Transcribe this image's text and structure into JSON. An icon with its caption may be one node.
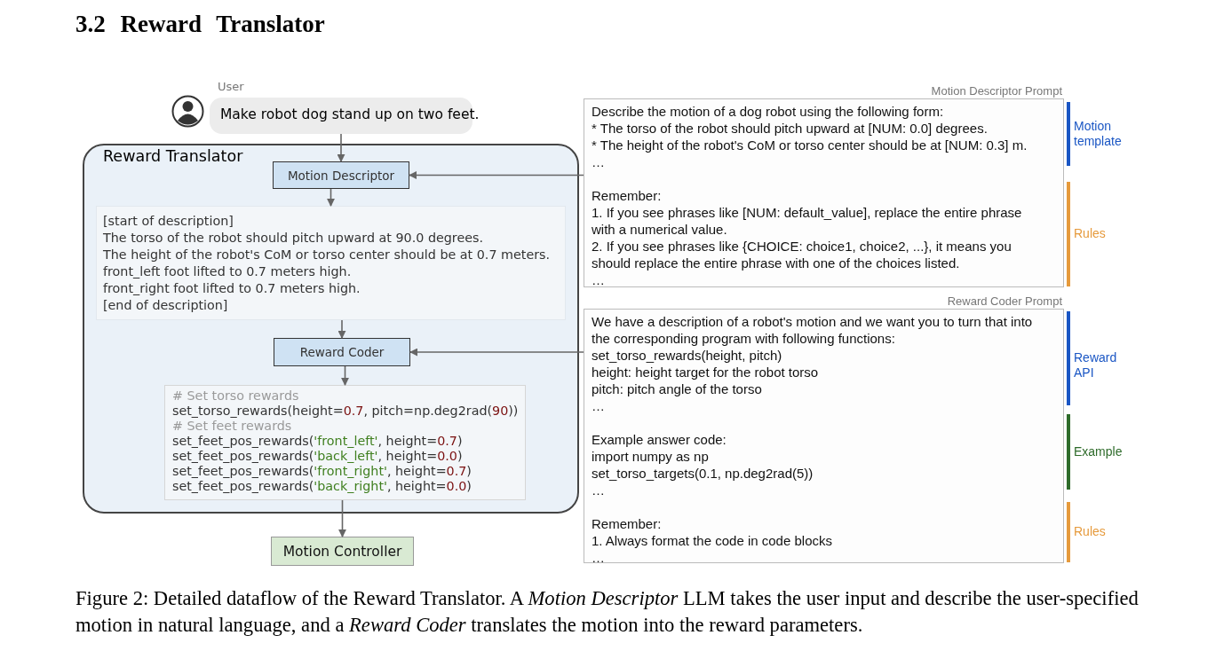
{
  "diagram": {
    "title": "3.2 Reward Translator",
    "caption": "Figure 2: Detailed dataflow of the Reward Translator. A *Motion Descriptor* LLM takes the user input and describe the user-specified motion in natural language, and a *Reward Coder* translates the motion into the reward parameters.",
    "nodes": [
      {
        "text": [
          "User",
          "Make robot dog stand up on two feet."
        ]
      },
      {
        "text": [
          "Reward Translator"
        ]
      },
      {
        "text": [
          "Motion Descriptor"
        ],
        "in": 1
      },
      {
        "text": [
          "[start of description]",
          "The torso of the robot should pitch upward at 90.0 degrees.",
          "The height of the robot's CoM or torso center should be at 0.7 meters.",
          "front_left foot lifted to 0.7 meters high.",
          "front_right foot lifted to 0.7 meters high.",
          "[end of description]"
        ],
        "in": 1
      },
      {
        "text": [
          "Reward Coder"
        ],
        "in": 1
      },
      {
        "text": [
          "# Set torso rewards",
          "set_torso_rewards(height=0.7, pitch=np.deg2rad(90))",
          "# Set feet rewards",
          "set_feet_pos_rewards('front_left', height=0.7)",
          "set_feet_pos_rewards('back_left', height=0.0)",
          "set_feet_pos_rewards('front_right', height=0.7)",
          "set_feet_pos_rewards('back_right', height=0.0)"
        ],
        "in": 1
      },
      {
        "text": [
          "Motion Controller"
        ]
      },
      {
        "text": [
          "Motion Descriptor Prompt",
          "Describe the motion of a dog robot using the following form:",
          "* The torso of the robot should pitch upward at [NUM: 0.0] degrees.",
          "* The height of the robot's CoM or torso center should be at [NUM: 0.3] m.",
          "…",
          "Remember:",
          "1. If you see phrases like [NUM: default_value], replace the entire phrase with a numerical value.",
          "2. If you see phrases like {CHOICE: choice1, choice2, ...}, it means you should replace the entire phrase with one of the choices listed.",
          "…"
        ],
        "beside": [
          "Motion template",
          "Rules"
        ]
      },
      {
        "text": [
          "Reward Coder Prompt",
          "We have a description of a robot's motion and we want you to turn that into the corresponding program with following functions:",
          "set_torso_rewards(height, pitch)",
          "height: height target for the robot torso",
          "pitch: pitch angle of the torso",
          "…",
          "Example answer code:",
          "import numpy as np",
          "set_torso_targets(0.1, np.deg2rad(5))",
          "…",
          "Remember:",
          "1. Always format the code in code blocks",
          "…"
        ],
        "beside": [
          "Reward API",
          "Example",
          "Rules"
        ]
      }
    ],
    "edges": [
      {
        "from": 0,
        "to": 2,
        "arrow": "to"
      },
      {
        "from": 2,
        "to": 3,
        "arrow": "to"
      },
      {
        "from": 3,
        "to": 4,
        "arrow": "to"
      },
      {
        "from": 4,
        "to": 5,
        "arrow": "to"
      },
      {
        "from": 5,
        "to": 6,
        "arrow": "to"
      },
      {
        "from": 7,
        "to": 2,
        "arrow": "to"
      },
      {
        "from": 8,
        "to": 4,
        "arrow": "to"
      }
    ]
  }
}
